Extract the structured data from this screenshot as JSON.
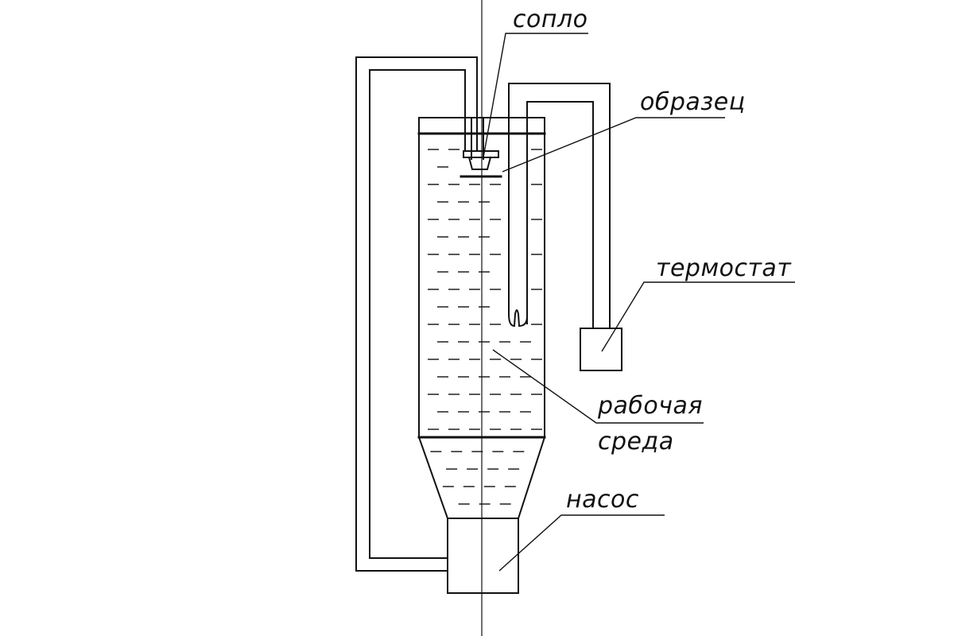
{
  "labels": {
    "nozzle": "сопло",
    "sample": "образец",
    "thermostat": "термостат",
    "medium_line1": "рабочая",
    "medium_line2": "среда",
    "pump": "насос"
  },
  "colors": {
    "ink": "#111111",
    "background": "#ffffff"
  }
}
